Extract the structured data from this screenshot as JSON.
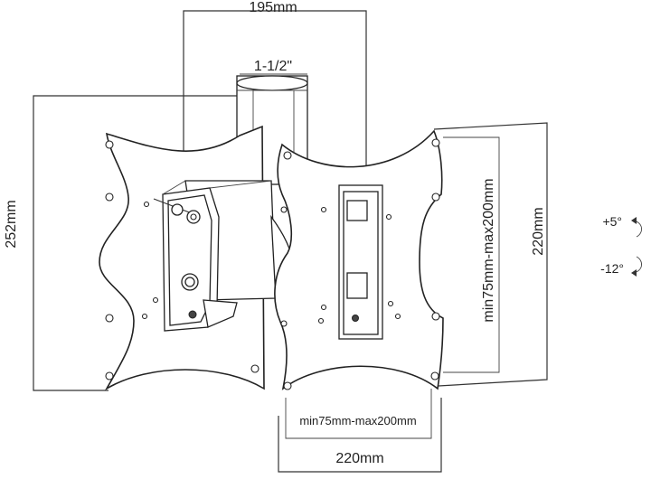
{
  "dimensions": {
    "pole_width": "195mm",
    "pole_diameter": "1-1/2\"",
    "wall_plate_height": "252mm",
    "vesa_vertical": "min75mm-max200mm",
    "plate_height": "220mm",
    "vesa_horizontal": "min75mm-max200mm",
    "plate_width": "220mm"
  },
  "tilt": {
    "up": "+5°",
    "down": "-12°"
  }
}
